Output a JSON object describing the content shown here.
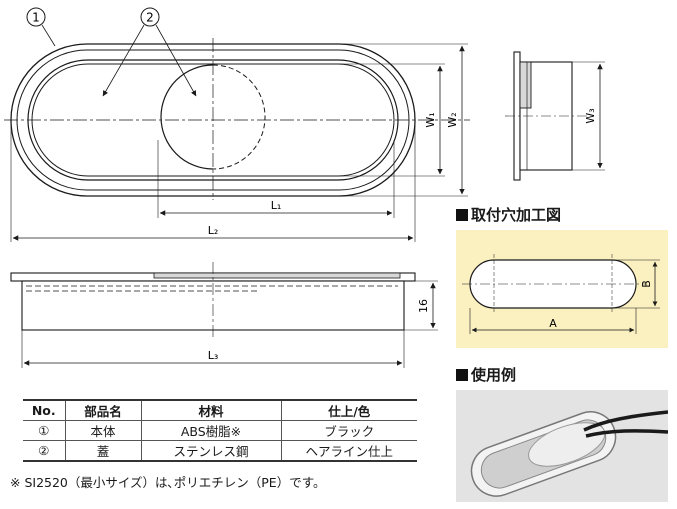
{
  "callouts": {
    "part1": "1",
    "part2": "2"
  },
  "dimensions": {
    "W1": "W₁",
    "W2": "W₂",
    "W3": "W₃",
    "L1": "L₁",
    "L2": "L₂",
    "L3": "L₃",
    "height": "16",
    "cutout_A": "A",
    "cutout_B": "B"
  },
  "sections": {
    "cutout_title": "取付穴加工図",
    "example_title": "使用例"
  },
  "spec_table": {
    "headers": [
      "No.",
      "部品名",
      "材料",
      "仕上/色"
    ],
    "rows": [
      [
        "①",
        "本体",
        "ABS樹脂※",
        "ブラック"
      ],
      [
        "②",
        "蓋",
        "ステンレス鋼",
        "ヘアライン仕上"
      ]
    ]
  },
  "note": "※ SI2520（最小サイズ）は､ポリエチレン（PE）です。",
  "colors": {
    "line": "#1a1a1a",
    "panel": "#fbf0c0",
    "photo": "#e3e3e3"
  },
  "icons": {
    "section_marker": "black-square-icon",
    "callout": "circled-number-icon"
  }
}
